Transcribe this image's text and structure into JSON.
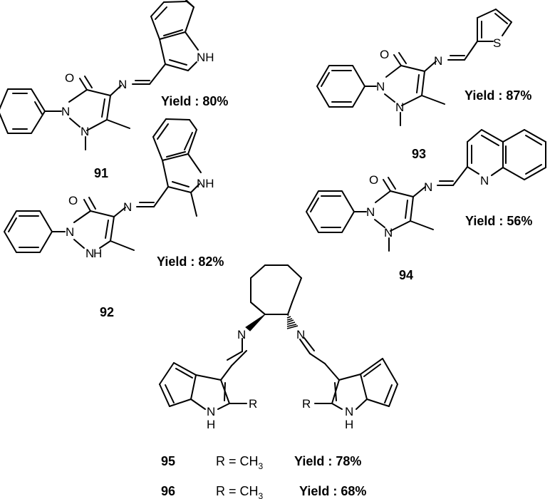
{
  "compounds": [
    {
      "number": "91",
      "yield_label": "Yield : 80%",
      "atoms": {
        "o": "O",
        "n_imine": "N",
        "nh": "NH",
        "n1": "N",
        "n2": "N"
      }
    },
    {
      "number": "92",
      "yield_label": "Yield : 82%",
      "atoms": {
        "o": "O",
        "n_imine": "N",
        "nh_indole": "NH",
        "n1": "N",
        "nh_pyrazole_n": "N",
        "nh_pyrazole_h": "H"
      }
    },
    {
      "number": "93",
      "yield_label": "Yield : 87%",
      "atoms": {
        "o": "O",
        "n_imine": "N",
        "s": "S",
        "n1": "N",
        "n2": "N"
      }
    },
    {
      "number": "94",
      "yield_label": "Yield : 56%",
      "atoms": {
        "o": "O",
        "n_imine": "N",
        "n_quinoline": "N",
        "n1": "N",
        "n2": "N"
      }
    },
    {
      "number": "95",
      "r_prefix": "R = CH",
      "r_subscript": "3",
      "yield_label": "Yield : 78%",
      "atoms": {
        "n_left": "N",
        "n_right": "N",
        "nh_left_n": "N",
        "nh_left_h": "H",
        "nh_right_n": "N",
        "nh_right_h": "H",
        "r_left": "R",
        "r_right": "R"
      }
    },
    {
      "number": "96",
      "r_prefix": "R = CH",
      "r_subscript": "3",
      "yield_label": "Yield : 68%"
    }
  ]
}
